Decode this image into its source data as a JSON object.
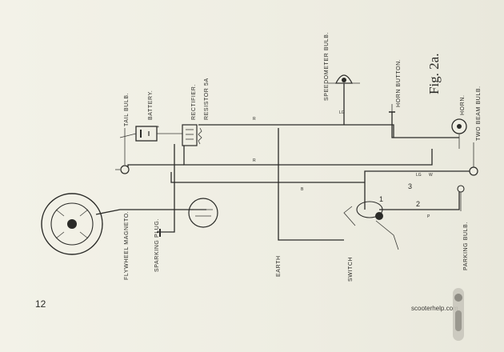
{
  "figure": {
    "title": "Fig. 2a."
  },
  "page_number": "12",
  "watermark": "scooterhelp.com",
  "labels": {
    "tail_bulb": "TAIL BULB.",
    "battery": "BATTERY.",
    "rectifier": "RECTIFIER.",
    "resistor": "RESISTOR 5A",
    "speedometer_bulb": "SPEEDOMETER BULB.",
    "horn_button": "HORN BUTTON.",
    "horn": "HORN.",
    "two_beam_bulb": "TWO BEAM BULB.",
    "flywheel_magneto": "FLYWHEEL MAGNETO.",
    "sparking_plug": "SPARKING PLUG.",
    "earth": "EARTH",
    "switch": "SWITCH",
    "parking_bulb": "PARKING BULB."
  },
  "switch_positions": [
    "1",
    "2",
    "3"
  ],
  "wire_codes": [
    "R",
    "R",
    "B",
    "LG",
    "W",
    "LG",
    "P"
  ]
}
